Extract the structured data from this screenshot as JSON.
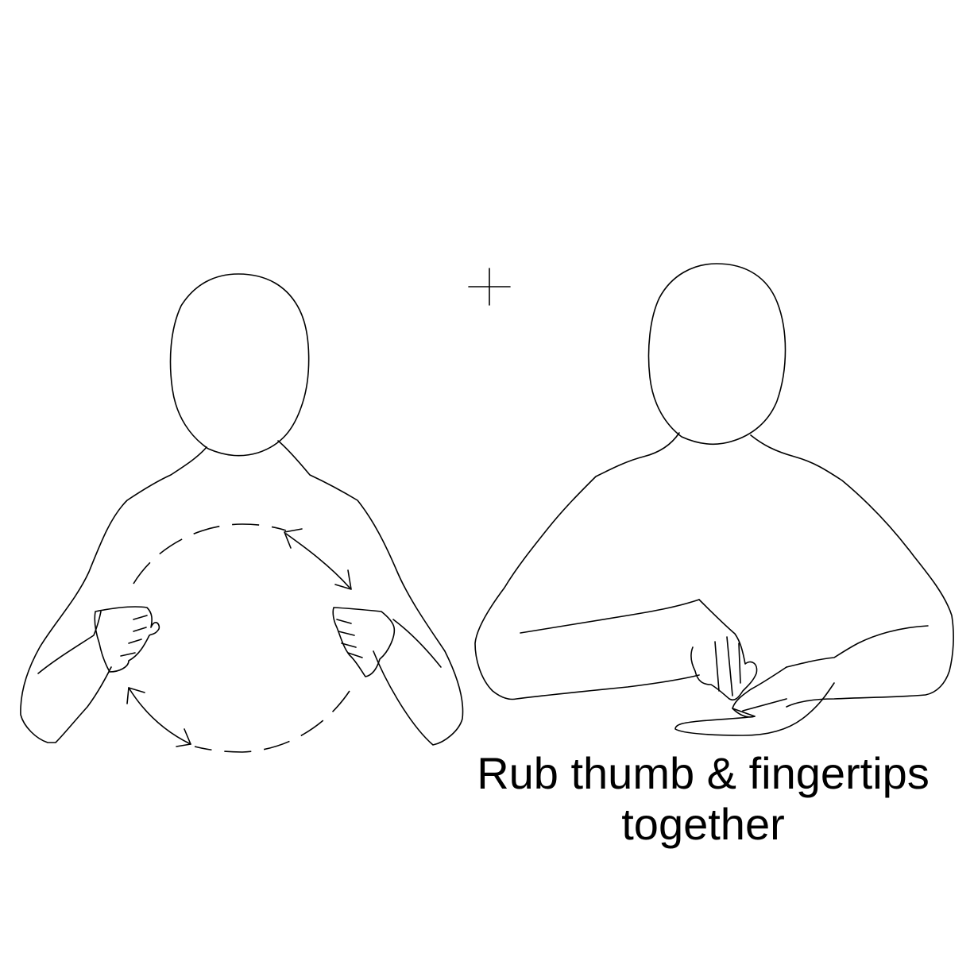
{
  "caption": {
    "line1": "Rub thumb & fingertips",
    "line2": "together"
  },
  "figures": {
    "left": {
      "motion": "circular",
      "hands": "closed-fists"
    },
    "right": {
      "motion": "rub",
      "hands": "thumb-and-fingertips-over-flat-palm"
    }
  },
  "stroke_color": "#000000",
  "background_color": "#ffffff"
}
